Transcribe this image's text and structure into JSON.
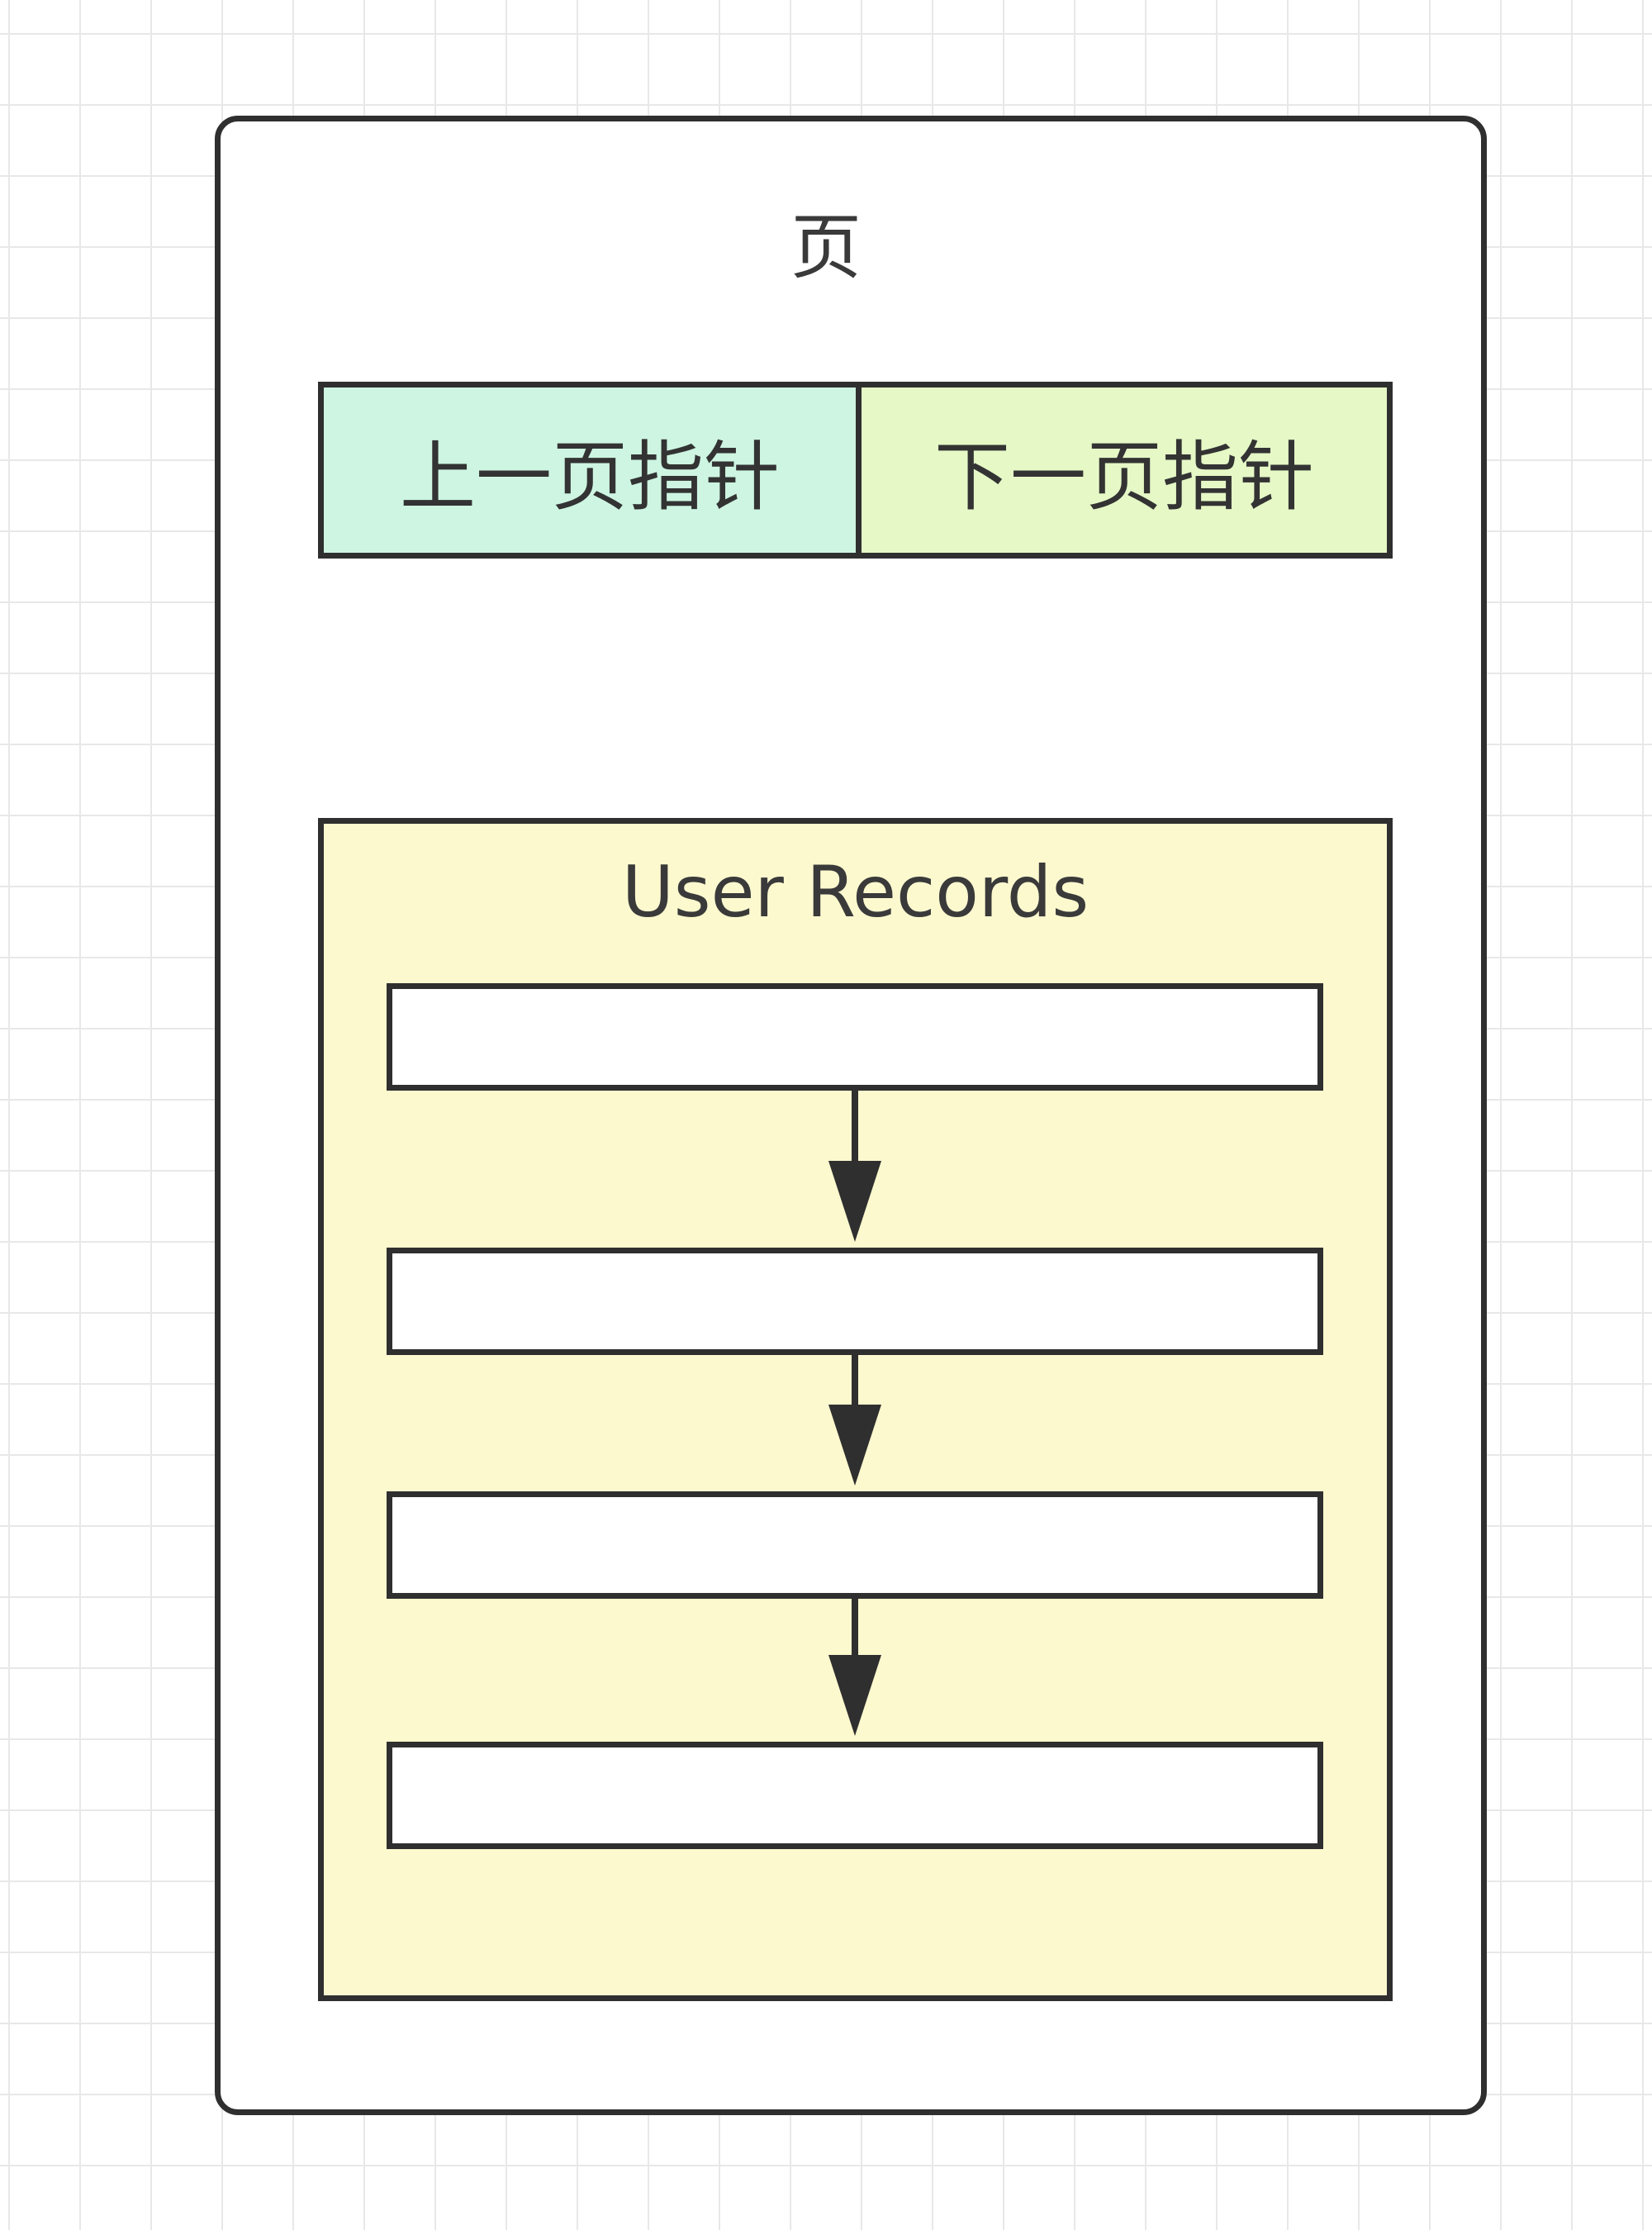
{
  "diagram": {
    "page_label": "页",
    "pointers": {
      "prev_label": "上一页指针",
      "next_label": "下一页指针"
    },
    "user_records": {
      "label": "User Records",
      "record_count": 4
    },
    "colors": {
      "prev_pointer_fill": "#cdf5e2",
      "next_pointer_fill": "#e5f8c6",
      "records_fill": "#fdf9cf",
      "stroke": "#2f2f2f"
    }
  }
}
